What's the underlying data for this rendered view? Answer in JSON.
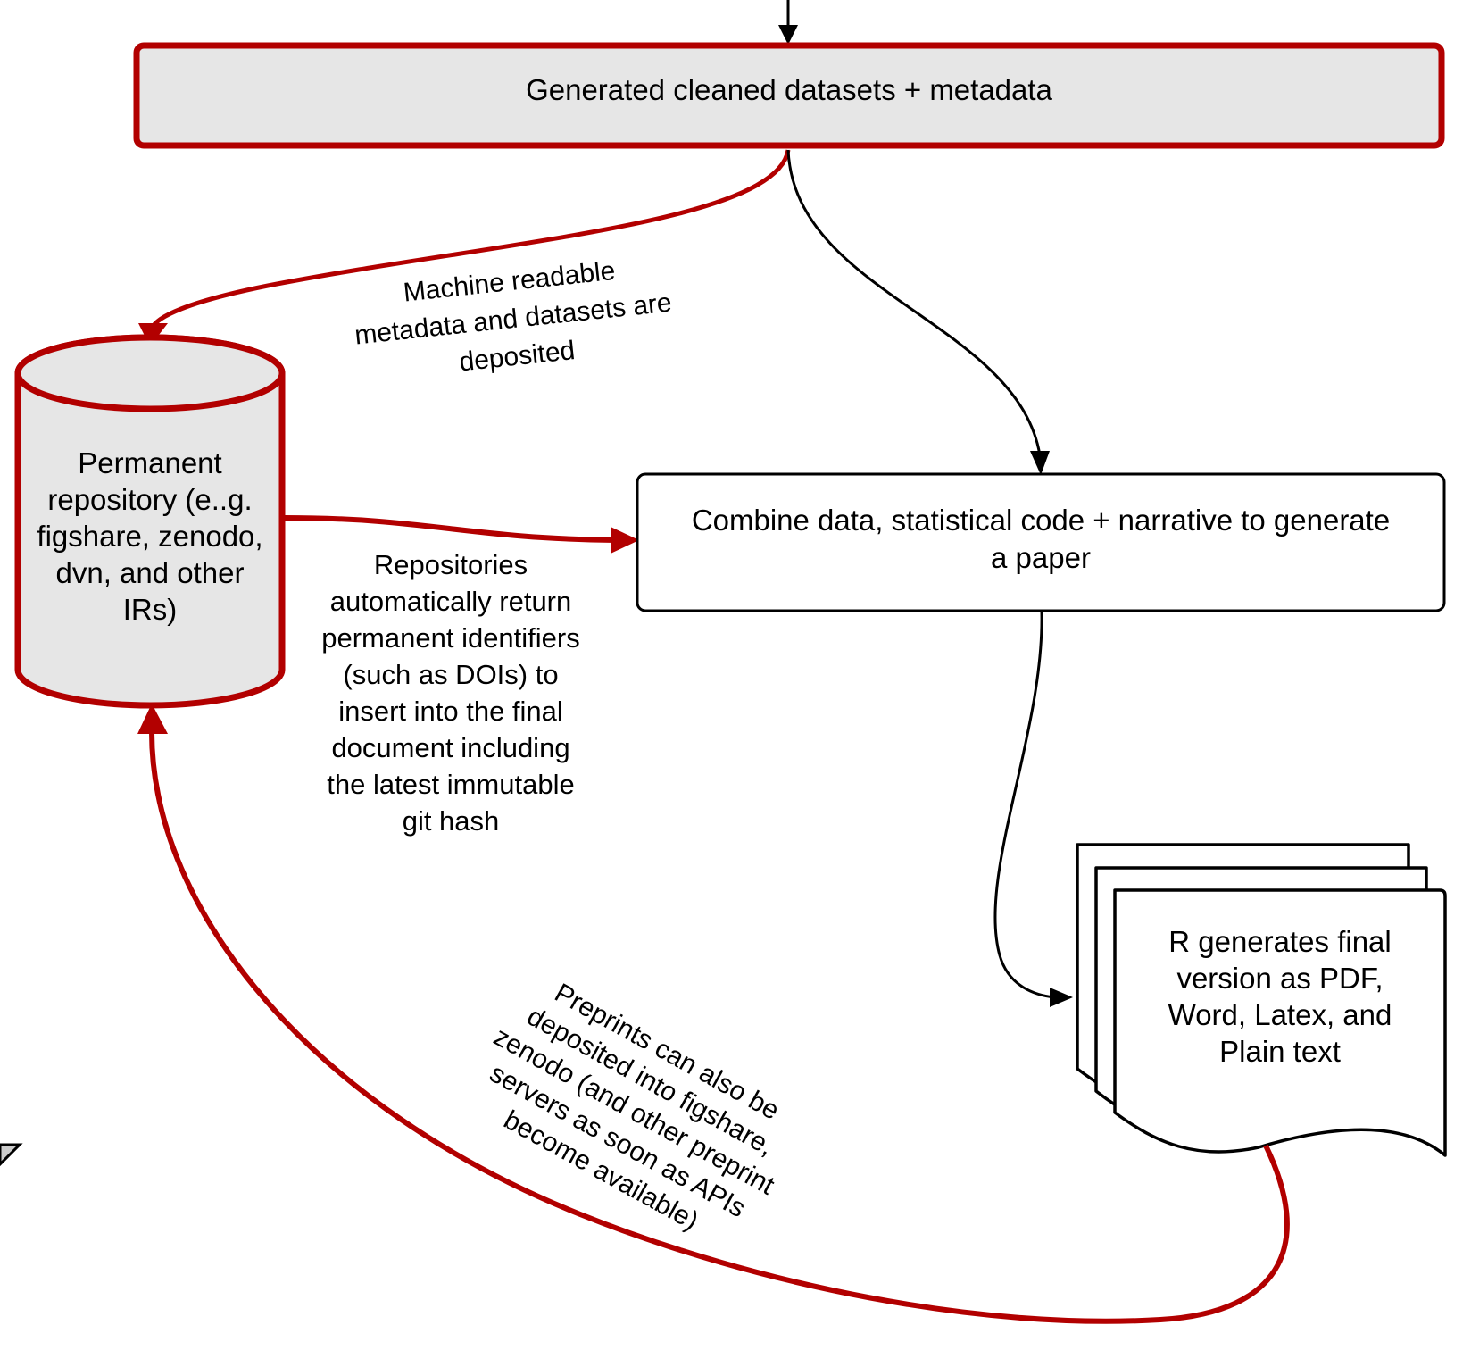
{
  "colors": {
    "accent_red": "#b20000",
    "node_fill": "#e6e6e6",
    "stroke": "#000000",
    "background": "#ffffff"
  },
  "nodes": {
    "generated": {
      "label": "Generated cleaned datasets + metadata"
    },
    "repository": {
      "label": "Permanent\nrepository (e..g.\nfigshare, zenodo,\ndvn, and other\nIRs)"
    },
    "combine": {
      "label": "Combine data, statistical code + narrative to generate\na paper"
    },
    "output": {
      "label": "R generates final\nversion as PDF,\nWord, Latex, and\nPlain text"
    }
  },
  "edges": {
    "deposit": {
      "label": "Machine readable\nmetadata and datasets are\ndeposited"
    },
    "identifiers": {
      "label": "Repositories\nautomatically return\npermanent identifiers\n(such as DOIs) to\ninsert into the final\ndocument including\nthe latest immutable\ngit hash"
    },
    "preprints": {
      "label": "Preprints can also be\ndeposited into figshare,\nzenodo (and other preprint\nservers as soon as APIs\nbecome available)"
    }
  }
}
